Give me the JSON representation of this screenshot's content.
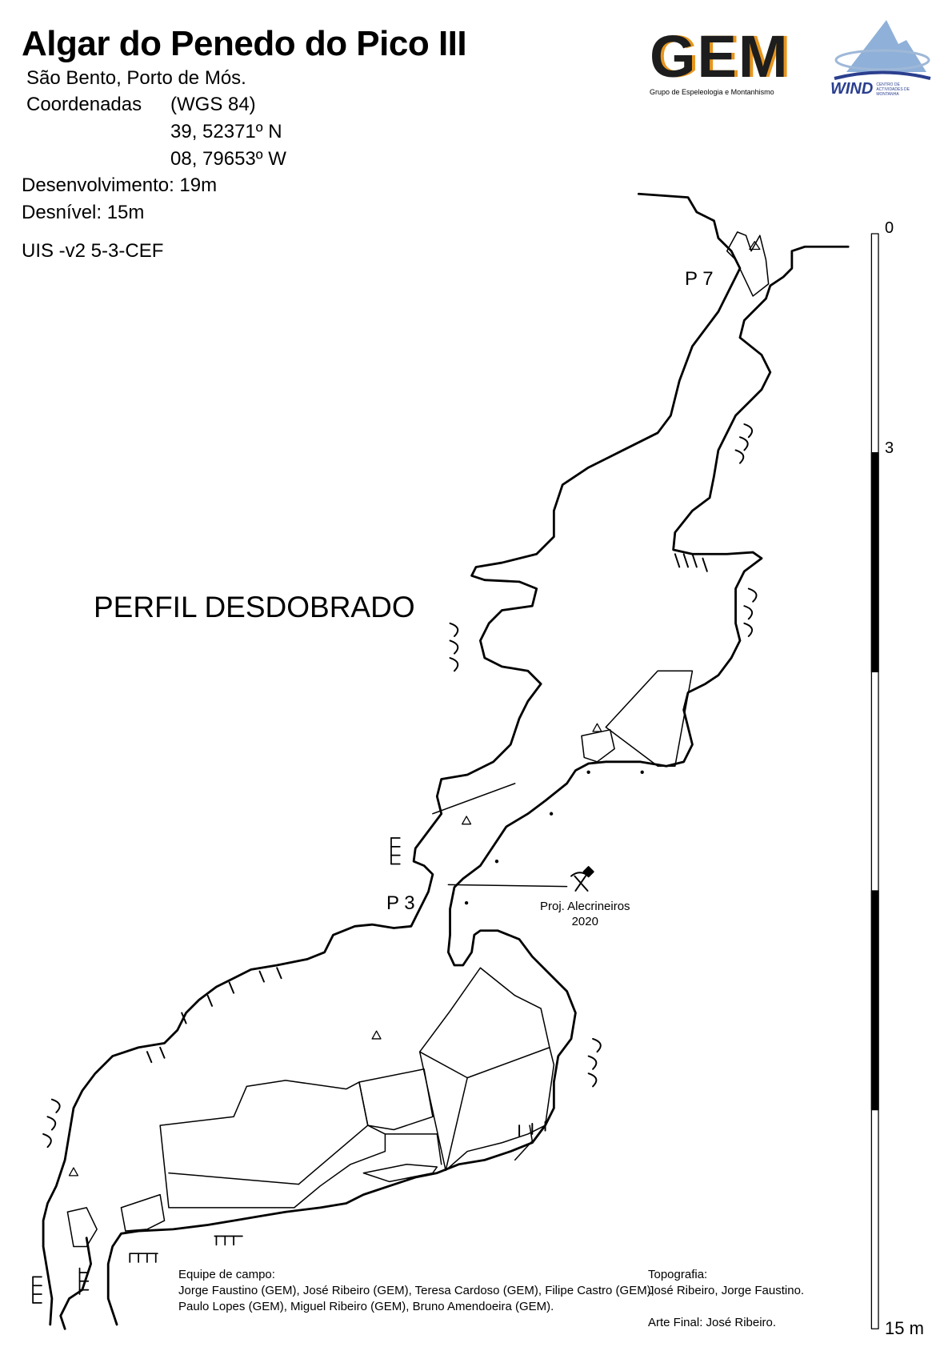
{
  "header": {
    "title": "Algar do Penedo do Pico III",
    "location": "São Bento, Porto de Mós.",
    "coordinates_label": "Coordenadas",
    "datum": "(WGS 84)",
    "latitude": "39, 52371º N",
    "longitude": "08, 79653º W",
    "development": "Desenvolvimento: 19m",
    "depth": "Desnível:  15m",
    "classification": "UIS -v2 5-3-CEF"
  },
  "logos": {
    "gem": {
      "text": "GEM",
      "subtitle": "Grupo de Espeleologia e Montanhismo",
      "accent": "#e8961e"
    },
    "wind": {
      "text": "WIND",
      "subtitle": "CENTRO DE ACTIVIDADES DE MONTANHA",
      "accent": "#2b3f8f"
    }
  },
  "map": {
    "view_title": "PERFIL DESDOBRADO",
    "labels": {
      "p7": "P 7",
      "p3": "P 3"
    },
    "annotation": {
      "line1": "Proj. Alecrineiros",
      "line2": "2020"
    }
  },
  "scale": {
    "top": "0",
    "mid": "3",
    "bottom": "15 m"
  },
  "credits": {
    "team_heading": "Equipe de campo:",
    "team_line1": "Jorge Faustino (GEM), José Ribeiro (GEM), Teresa Cardoso (GEM), Filipe Castro (GEM),",
    "team_line2": "Paulo Lopes (GEM), Miguel Ribeiro (GEM), Bruno Amendoeira (GEM).",
    "topo_heading": "Topografia:",
    "topo_names": "José Ribeiro, Jorge Faustino.",
    "art": "Arte Final: José Ribeiro."
  }
}
